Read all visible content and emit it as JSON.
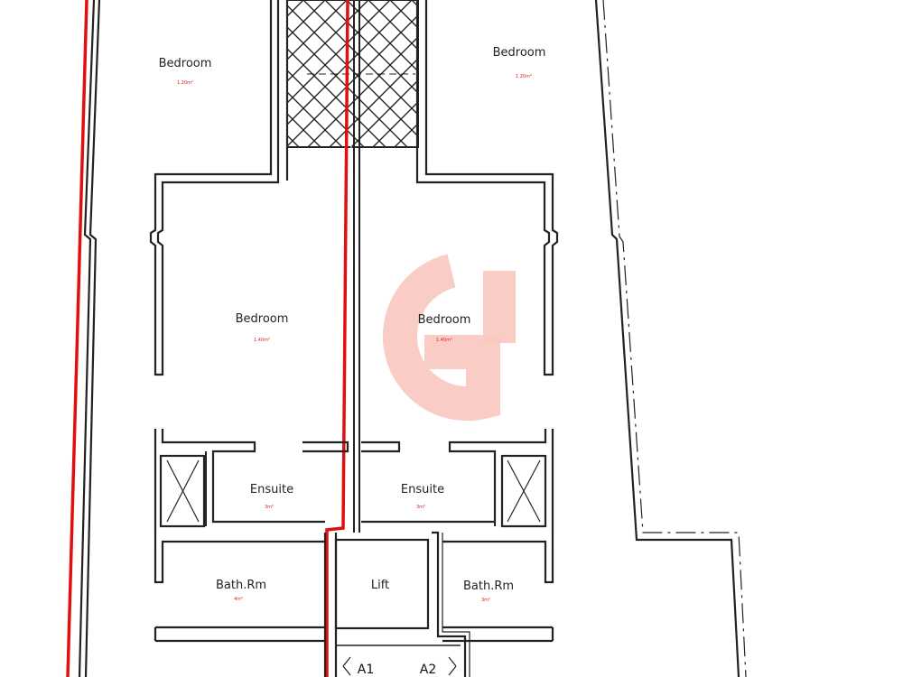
{
  "colors": {
    "wall": "#222222",
    "boundary_red": "#e01010",
    "area_text": "#dd2222",
    "watermark": "#f8c8c0"
  },
  "rooms": {
    "bedroom_top_left": {
      "name": "Bedroom",
      "area": "1.20m²"
    },
    "bedroom_top_right": {
      "name": "Bedroom",
      "area": "1.20m²"
    },
    "bedroom_mid_left": {
      "name": "Bedroom",
      "area": "1.40m²"
    },
    "bedroom_mid_right": {
      "name": "Bedroom",
      "area": "1.40m²"
    },
    "ensuite_left": {
      "name": "Ensuite",
      "area": "3m²"
    },
    "ensuite_right": {
      "name": "Ensuite",
      "area": "3m²"
    },
    "bath_left": {
      "name": "Bath.Rm",
      "area": "4m²"
    },
    "bath_right": {
      "name": "Bath.Rm",
      "area": "3m²"
    },
    "lift": {
      "name": "Lift"
    }
  },
  "units": {
    "a1": "A1",
    "a2": "A2"
  },
  "watermark_icon": "logo-g-icon"
}
